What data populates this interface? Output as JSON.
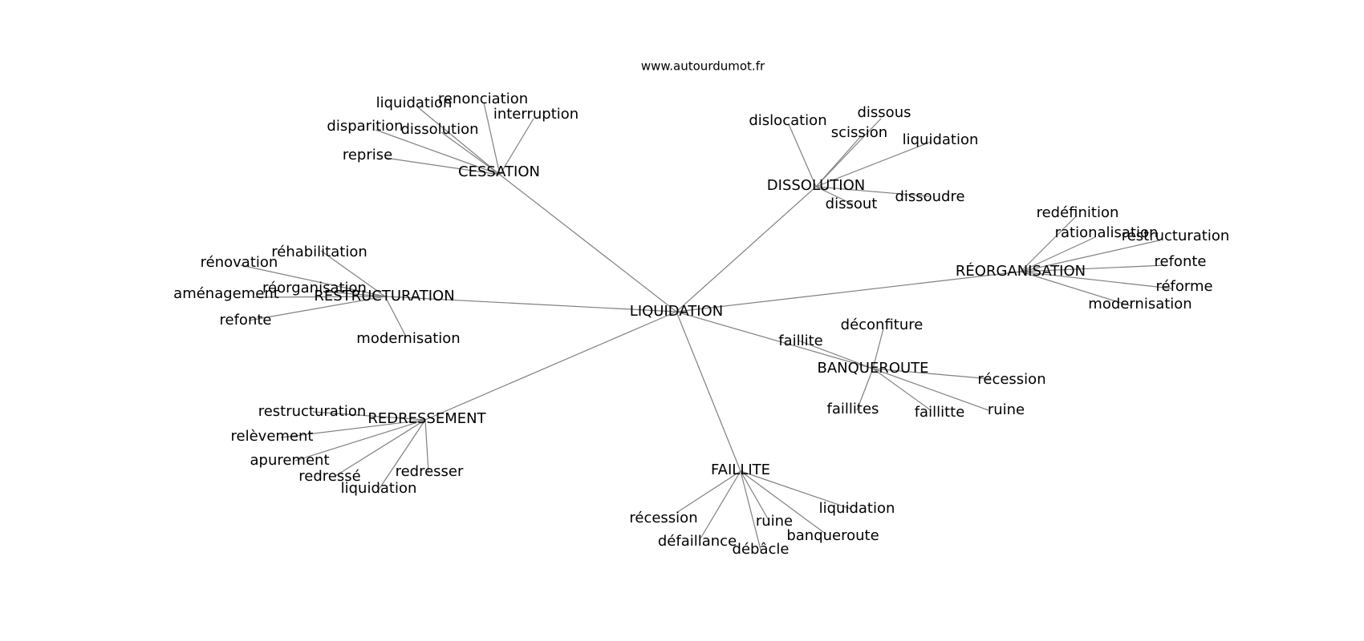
{
  "site": "www.autourdumot.fr",
  "root": "LIQUIDATION",
  "clusters": [
    {
      "label": "CESSATION",
      "children": [
        "liquidation",
        "renonciation",
        "interruption",
        "disparition",
        "dissolution",
        "reprise"
      ]
    },
    {
      "label": "DISSOLUTION",
      "children": [
        "dislocation",
        "dissous",
        "scission",
        "liquidation",
        "dissout",
        "dissoudre"
      ]
    },
    {
      "label": "RÉORGANISATION",
      "children": [
        "redéfinition",
        "rationalisation",
        "restructuration",
        "refonte",
        "réforme",
        "modernisation"
      ]
    },
    {
      "label": "RESTRUCTURATION",
      "children": [
        "réhabilitation",
        "rénovation",
        "réorganisation",
        "aménagement",
        "refonte",
        "modernisation"
      ]
    },
    {
      "label": "BANQUEROUTE",
      "children": [
        "déconfiture",
        "faillite",
        "récession",
        "faillites",
        "faillitte",
        "ruine"
      ]
    },
    {
      "label": "REDRESSEMENT",
      "children": [
        "restructuration",
        "relèvement",
        "apurement",
        "redressé",
        "redresser",
        "liquidation"
      ]
    },
    {
      "label": "FAILLITE",
      "children": [
        "récession",
        "défaillance",
        "débâcle",
        "ruine",
        "banqueroute",
        "liquidation"
      ]
    }
  ]
}
